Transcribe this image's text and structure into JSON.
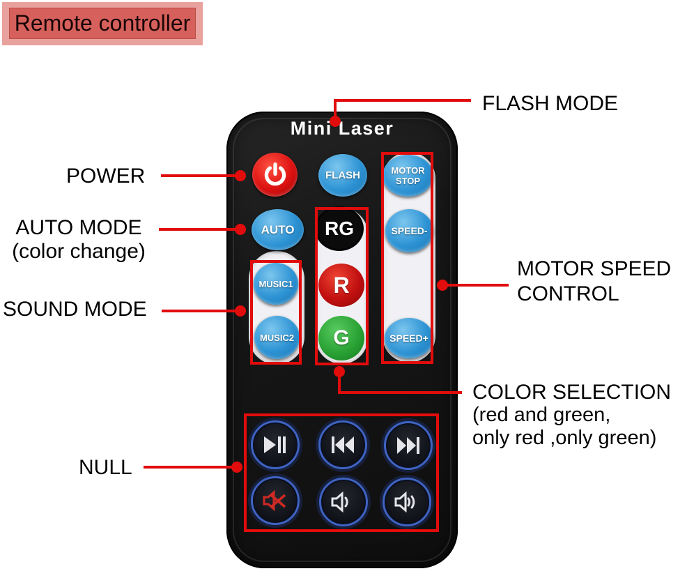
{
  "tag": {
    "label": "Remote controller"
  },
  "colors": {
    "accent_red": "#e10c0c",
    "tag_outer": "#e9a19d",
    "tag_inner": "#d6605b",
    "button_blue": "#2d93d4",
    "power_red": "#dc1111",
    "r_red": "#c11010",
    "g_green": "#2aa234",
    "rg_black": "#0b0b0b",
    "strip_white": "#f1f1f5",
    "remote_body": "#171717",
    "media_ring_blue": "#3f63c1",
    "mute_red": "#cf2a24"
  },
  "remote": {
    "brand": "Mini Laser",
    "buttons": {
      "power_icon": "power-symbol",
      "flash": "FLASH",
      "motor_stop_line1": "MOTOR",
      "motor_stop_line2": "STOP",
      "auto": "AUTO",
      "rg": "RG",
      "speed_minus": "SPEED-",
      "music1": "MUSIC1",
      "r": "R",
      "music2": "MUSIC2",
      "g": "G",
      "speed_plus": "SPEED+"
    },
    "media_buttons": [
      "play-pause",
      "previous-track",
      "next-track",
      "mute",
      "volume-down",
      "volume-up"
    ]
  },
  "annotations": {
    "flash_mode": "FLASH MODE",
    "power": "POWER",
    "auto_mode": "AUTO MODE",
    "auto_mode_sub": "(color change)",
    "sound_mode": "SOUND MODE",
    "motor_speed_line1": "MOTOR SPEED",
    "motor_speed_line2": "CONTROL",
    "color_selection_line1": "COLOR SELECTION",
    "color_selection_line2": "(red and green,",
    "color_selection_line3": "only red ,only green)",
    "null_label": "NULL"
  }
}
